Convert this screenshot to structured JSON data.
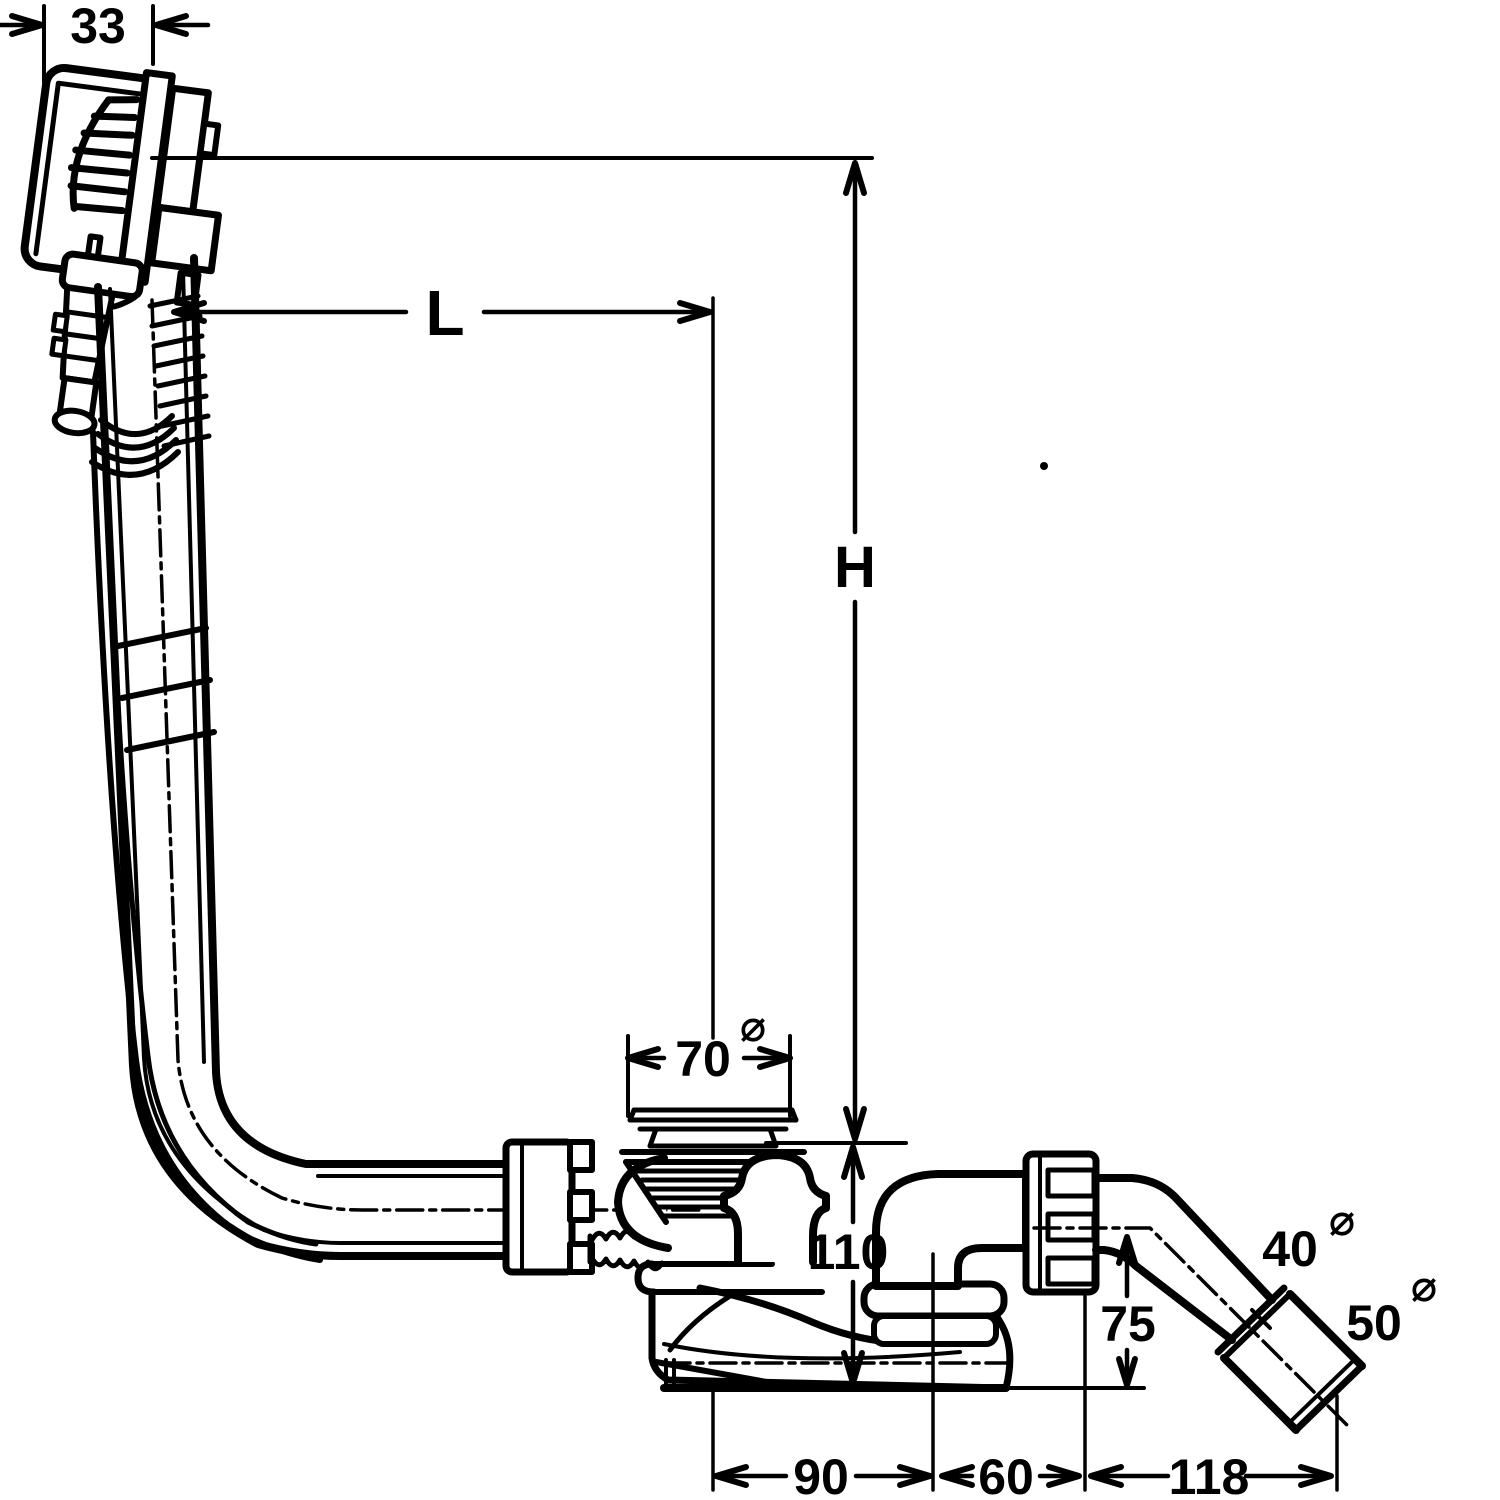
{
  "drawing": {
    "kind": "technical-dimension-drawing",
    "subject": "bath waste, overflow and filler fitting with bowden cable",
    "line_color": "#000000",
    "background_color": "#ffffff"
  },
  "dimensions": {
    "overflow_head_depth": "33",
    "cable_length_label": "L",
    "height_label": "H",
    "waste_flange_diameter": "70",
    "waste_body_height": "110",
    "outlet_drop": "75",
    "waste_to_elbow_span": "90",
    "elbow_to_nut_span": "60",
    "outlet_span": "118",
    "outlet_pipe_diameter": "40",
    "outlet_coupling_diameter": "50",
    "diameter_symbol": "⌀"
  }
}
